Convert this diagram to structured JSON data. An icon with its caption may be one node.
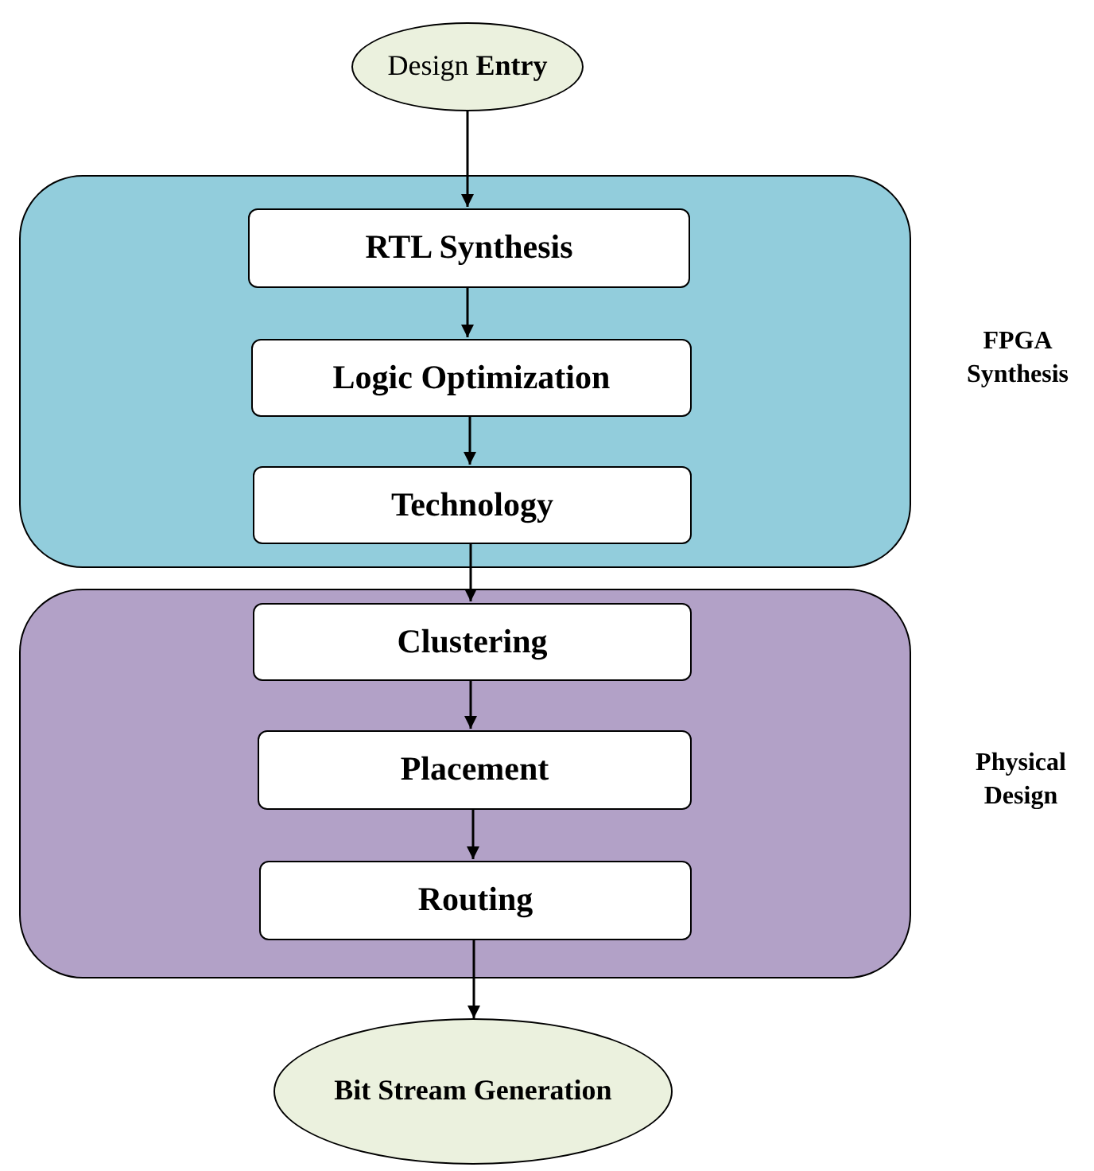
{
  "diagram": {
    "nodes": [
      {
        "text": [
          "Design **Entry**"
        ]
      },
      {
        "text": [],
        "shape": "box",
        "beside": [
          "FPGA Synthesis"
        ]
      },
      {
        "text": [
          "RTL Synthesis"
        ],
        "in": 1
      },
      {
        "text": [
          "Logic Optimization"
        ],
        "in": 1
      },
      {
        "text": [
          "Technology"
        ],
        "in": 1
      },
      {
        "text": [],
        "shape": "box",
        "beside": [
          "Physical Design"
        ]
      },
      {
        "text": [
          "Clustering"
        ],
        "in": 5
      },
      {
        "text": [
          "Placement"
        ],
        "in": 5
      },
      {
        "text": [
          "Routing"
        ],
        "in": 5
      },
      {
        "text": [
          "Bit Stream Generation"
        ]
      }
    ],
    "edges": [
      {
        "from": 0,
        "to": 2,
        "arrow": "to"
      },
      {
        "from": 2,
        "to": 3,
        "arrow": "to"
      },
      {
        "from": 3,
        "to": 4,
        "arrow": "to"
      },
      {
        "from": 4,
        "to": 6,
        "arrow": "to"
      },
      {
        "from": 6,
        "to": 7,
        "arrow": "to"
      },
      {
        "from": 7,
        "to": 8,
        "arrow": "to"
      },
      {
        "from": 8,
        "to": 9,
        "arrow": "to"
      }
    ]
  }
}
